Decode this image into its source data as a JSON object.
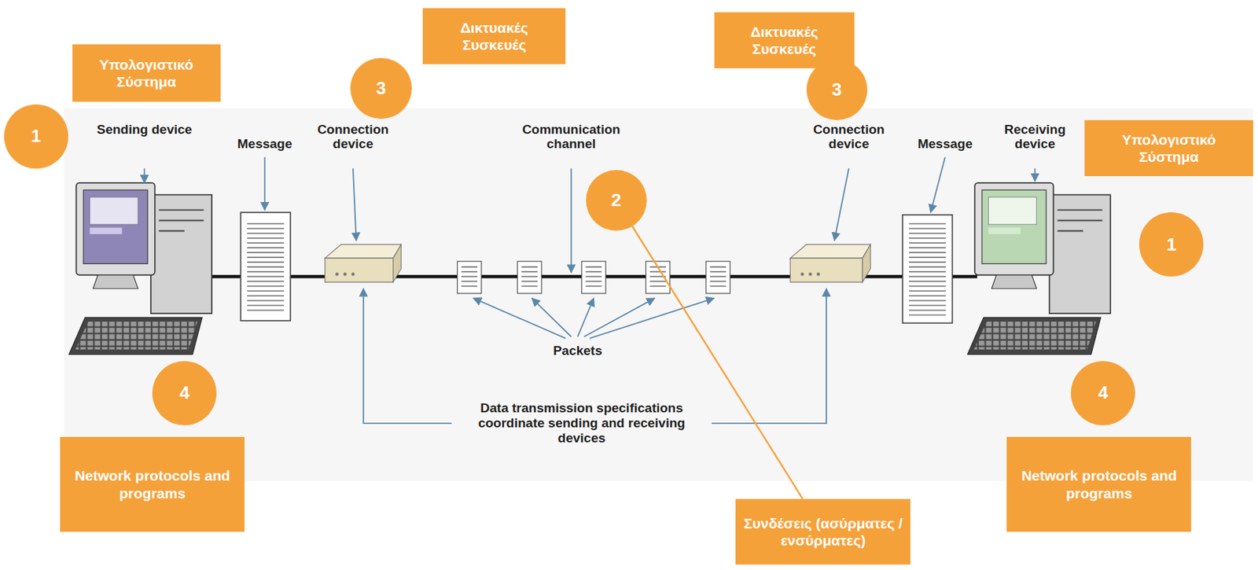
{
  "diagram": {
    "nodes": [
      {
        "text": [
          "Υπολογιστικό Σύστημα"
        ]
      },
      {
        "text": [
          "1"
        ]
      },
      {
        "text": [
          "3"
        ]
      },
      {
        "text": [
          "Δικτυακές Συσκευές"
        ]
      },
      {
        "text": [
          "Δικτυακές Συσκευές"
        ]
      },
      {
        "text": [
          "3"
        ]
      },
      {
        "text": [
          "2"
        ]
      },
      {
        "text": [
          "Υπολογιστικό Σύστημα"
        ]
      },
      {
        "text": [
          "1"
        ]
      },
      {
        "text": [
          "4"
        ]
      },
      {
        "text": [
          "Network protocols and programs"
        ]
      },
      {
        "text": [
          "4"
        ]
      },
      {
        "text": [
          "Network protocols and programs"
        ]
      },
      {
        "text": [
          "Συνδέσεις (ασύρματες / ενσύρματες)"
        ]
      }
    ],
    "edges": [
      {
        "from": 6,
        "to": 13,
        "arrow": "none"
      }
    ],
    "labels": [
      "Sending device",
      "Message",
      "Connection device",
      "Communication channel",
      "Connection device",
      "Message",
      "Receiving device",
      "Packets",
      "Data transmission specifications coordinate sending and receiving devices"
    ]
  }
}
